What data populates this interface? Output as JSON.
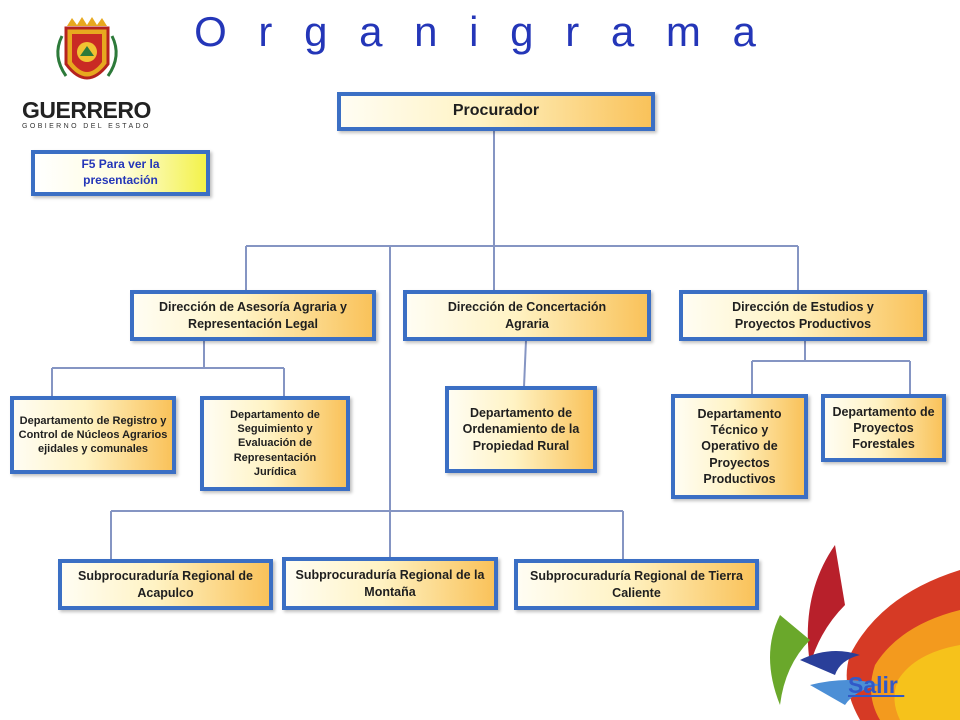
{
  "title": "O r g a n i g r a m a",
  "logo": {
    "name": "GUERRERO",
    "subtitle": "GOBIERNO DEL ESTADO"
  },
  "f5_note": "F5 Para ver la presentación",
  "nodes": {
    "procurador": "Procurador",
    "dir_asesoria": "Dirección de Asesoría Agraria y Representación Legal",
    "dir_concertacion": "Dirección  de Concertación Agraria",
    "dir_estudios": "Dirección de Estudios y Proyectos Productivos",
    "dep_registro": "Departamento de Registro y Control de Núcleos Agrarios ejidales y comunales",
    "dep_seguimiento": "Departamento de Seguimiento y Evaluación de Representación Jurídica",
    "dep_ordenamiento": "Departamento de Ordenamiento de la Propiedad Rural",
    "dep_tecnico": "Departamento Técnico y Operativo de Proyectos Productivos",
    "dep_forestales": "Departamento de Proyectos Forestales",
    "sub_acapulco": "Subprocuraduría Regional de Acapulco",
    "sub_montana": "Subprocuraduría Regional de la Montaña",
    "sub_tierra": "Subprocuraduría Regional de Tierra Caliente"
  },
  "salir": "Salir ",
  "colors": {
    "title": "#2436b8",
    "box_border": "#3b6fc4",
    "connector": "#7f8fbf",
    "link": "#3159c8"
  }
}
